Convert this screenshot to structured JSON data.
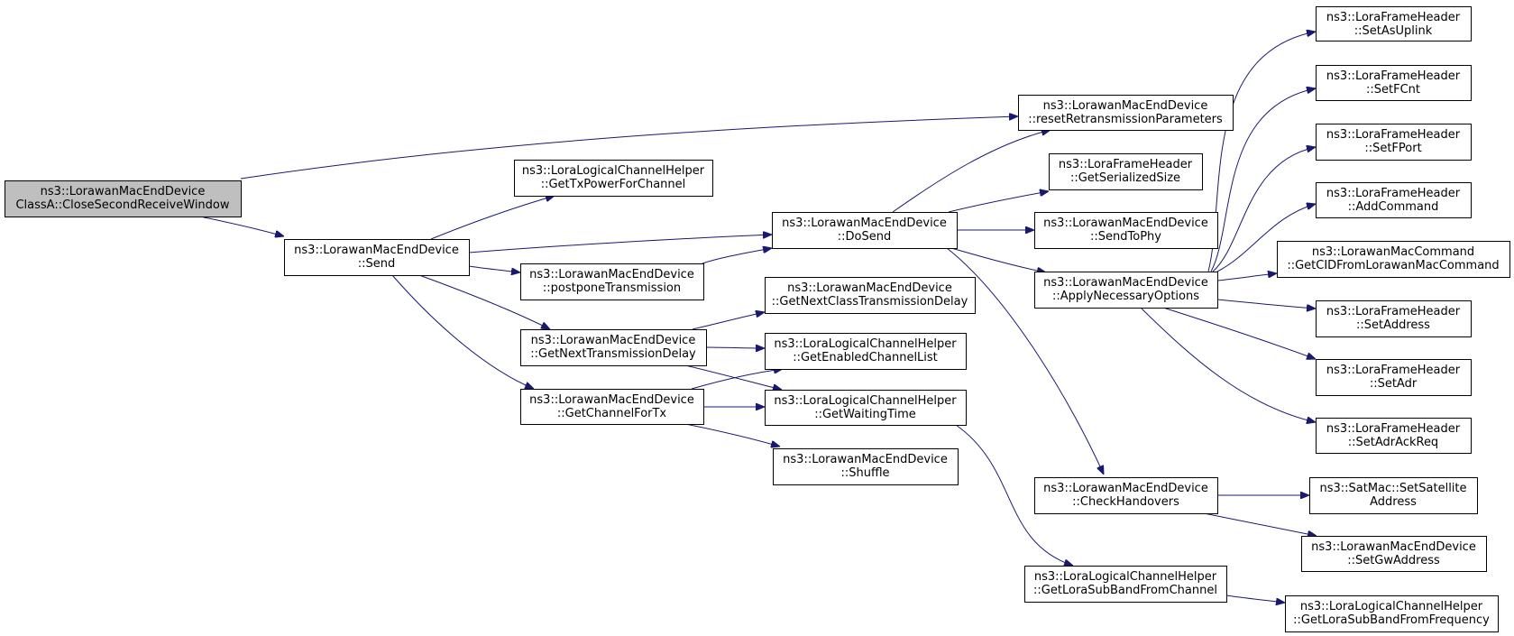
{
  "diagram": {
    "type": "call-graph",
    "colors": {
      "root_fill": "#bfbfbf",
      "node_fill": "#ffffff",
      "node_border": "#000000",
      "edge": "#191970",
      "text": "#000000"
    },
    "nodes": [
      {
        "id": "root",
        "line1": "ns3::LorawanMacEndDevice",
        "line2": "ClassA::CloseSecondReceiveWindow",
        "is_root": true
      },
      {
        "id": "send",
        "line1": "ns3::LorawanMacEndDevice",
        "line2": "::Send"
      },
      {
        "id": "getTxPower",
        "line1": "ns3::LoraLogicalChannelHelper",
        "line2": "::GetTxPowerForChannel"
      },
      {
        "id": "postpone",
        "line1": "ns3::LorawanMacEndDevice",
        "line2": "::postponeTransmission"
      },
      {
        "id": "getNextTxDelay",
        "line1": "ns3::LorawanMacEndDevice",
        "line2": "::GetNextTransmissionDelay"
      },
      {
        "id": "getChannelForTx",
        "line1": "ns3::LorawanMacEndDevice",
        "line2": "::GetChannelForTx"
      },
      {
        "id": "doSend",
        "line1": "ns3::LorawanMacEndDevice",
        "line2": "::DoSend"
      },
      {
        "id": "getNextClassTxDelay",
        "line1": "ns3::LorawanMacEndDevice",
        "line2": "::GetNextClassTransmissionDelay"
      },
      {
        "id": "getEnabledChannelList",
        "line1": "ns3::LoraLogicalChannelHelper",
        "line2": "::GetEnabledChannelList"
      },
      {
        "id": "getWaitingTime",
        "line1": "ns3::LoraLogicalChannelHelper",
        "line2": "::GetWaitingTime"
      },
      {
        "id": "shuffle",
        "line1": "ns3::LorawanMacEndDevice",
        "line2": "::Shuffle"
      },
      {
        "id": "resetRetx",
        "line1": "ns3::LorawanMacEndDevice",
        "line2": "::resetRetransmissionParameters"
      },
      {
        "id": "getSerializedSize",
        "line1": "ns3::LoraFrameHeader",
        "line2": "::GetSerializedSize"
      },
      {
        "id": "sendToPhy",
        "line1": "ns3::LorawanMacEndDevice",
        "line2": "::SendToPhy"
      },
      {
        "id": "applyOptions",
        "line1": "ns3::LorawanMacEndDevice",
        "line2": "::ApplyNecessaryOptions"
      },
      {
        "id": "checkHandovers",
        "line1": "ns3::LorawanMacEndDevice",
        "line2": "::CheckHandovers"
      },
      {
        "id": "getLoraSubBandFromChannel",
        "line1": "ns3::LoraLogicalChannelHelper",
        "line2": "::GetLoraSubBandFromChannel"
      },
      {
        "id": "setAsUplink",
        "line1": "ns3::LoraFrameHeader",
        "line2": "::SetAsUplink"
      },
      {
        "id": "setFCnt",
        "line1": "ns3::LoraFrameHeader",
        "line2": "::SetFCnt"
      },
      {
        "id": "setFPort",
        "line1": "ns3::LoraFrameHeader",
        "line2": "::SetFPort"
      },
      {
        "id": "addCommand",
        "line1": "ns3::LoraFrameHeader",
        "line2": "::AddCommand"
      },
      {
        "id": "getCID",
        "line1": "ns3::LorawanMacCommand",
        "line2": "::GetCIDFromLorawanMacCommand"
      },
      {
        "id": "setAddress",
        "line1": "ns3::LoraFrameHeader",
        "line2": "::SetAddress"
      },
      {
        "id": "setAdr",
        "line1": "ns3::LoraFrameHeader",
        "line2": "::SetAdr"
      },
      {
        "id": "setAdrAckReq",
        "line1": "ns3::LoraFrameHeader",
        "line2": "::SetAdrAckReq"
      },
      {
        "id": "setSatelliteAddress",
        "line1": "ns3::SatMac::SetSatellite",
        "line2": "Address"
      },
      {
        "id": "setGwAddress",
        "line1": "ns3::LorawanMacEndDevice",
        "line2": "::SetGwAddress"
      },
      {
        "id": "getLoraSubBandFromFrequency",
        "line1": "ns3::LoraLogicalChannelHelper",
        "line2": "::GetLoraSubBandFromFrequency"
      }
    ],
    "edges": [
      {
        "from": "root",
        "to": "resetRetx"
      },
      {
        "from": "root",
        "to": "send"
      },
      {
        "from": "send",
        "to": "getTxPower"
      },
      {
        "from": "send",
        "to": "doSend"
      },
      {
        "from": "send",
        "to": "postpone"
      },
      {
        "from": "send",
        "to": "getNextTxDelay"
      },
      {
        "from": "send",
        "to": "getChannelForTx"
      },
      {
        "from": "postpone",
        "to": "doSend"
      },
      {
        "from": "getNextTxDelay",
        "to": "getNextClassTxDelay"
      },
      {
        "from": "getNextTxDelay",
        "to": "getEnabledChannelList"
      },
      {
        "from": "getNextTxDelay",
        "to": "getWaitingTime"
      },
      {
        "from": "getChannelForTx",
        "to": "getEnabledChannelList"
      },
      {
        "from": "getChannelForTx",
        "to": "getWaitingTime"
      },
      {
        "from": "getChannelForTx",
        "to": "shuffle"
      },
      {
        "from": "doSend",
        "to": "resetRetx"
      },
      {
        "from": "doSend",
        "to": "getSerializedSize"
      },
      {
        "from": "doSend",
        "to": "sendToPhy"
      },
      {
        "from": "doSend",
        "to": "applyOptions"
      },
      {
        "from": "doSend",
        "to": "checkHandovers"
      },
      {
        "from": "getWaitingTime",
        "to": "getLoraSubBandFromChannel"
      },
      {
        "from": "applyOptions",
        "to": "setAsUplink"
      },
      {
        "from": "applyOptions",
        "to": "setFCnt"
      },
      {
        "from": "applyOptions",
        "to": "setFPort"
      },
      {
        "from": "applyOptions",
        "to": "addCommand"
      },
      {
        "from": "applyOptions",
        "to": "getCID"
      },
      {
        "from": "applyOptions",
        "to": "setAddress"
      },
      {
        "from": "applyOptions",
        "to": "setAdr"
      },
      {
        "from": "applyOptions",
        "to": "setAdrAckReq"
      },
      {
        "from": "checkHandovers",
        "to": "setSatelliteAddress"
      },
      {
        "from": "checkHandovers",
        "to": "setGwAddress"
      },
      {
        "from": "getLoraSubBandFromChannel",
        "to": "getLoraSubBandFromFrequency"
      }
    ]
  }
}
